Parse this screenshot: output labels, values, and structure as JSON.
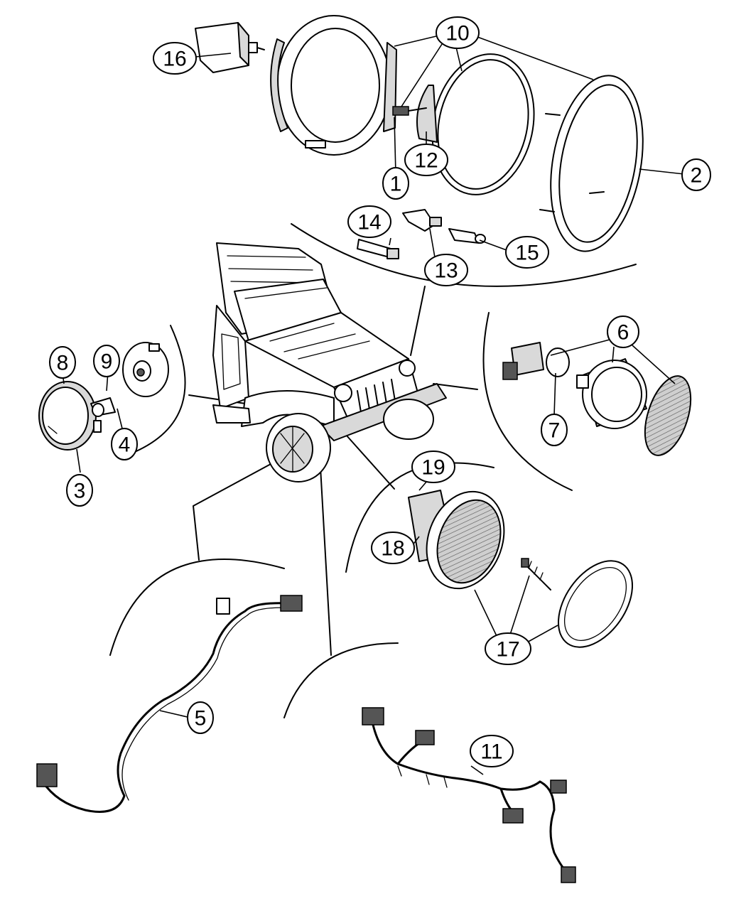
{
  "diagram": {
    "callouts": [
      {
        "id": "c1",
        "label": "1"
      },
      {
        "id": "c2",
        "label": "2"
      },
      {
        "id": "c3",
        "label": "3"
      },
      {
        "id": "c4",
        "label": "4"
      },
      {
        "id": "c5",
        "label": "5"
      },
      {
        "id": "c6",
        "label": "6"
      },
      {
        "id": "c7",
        "label": "7"
      },
      {
        "id": "c8",
        "label": "8"
      },
      {
        "id": "c9",
        "label": "9"
      },
      {
        "id": "c10",
        "label": "10"
      },
      {
        "id": "c11",
        "label": "11"
      },
      {
        "id": "c12",
        "label": "12"
      },
      {
        "id": "c13",
        "label": "13"
      },
      {
        "id": "c14",
        "label": "14"
      },
      {
        "id": "c15",
        "label": "15"
      },
      {
        "id": "c16",
        "label": "16"
      },
      {
        "id": "c17",
        "label": "17"
      },
      {
        "id": "c18",
        "label": "18"
      },
      {
        "id": "c19",
        "label": "19"
      }
    ],
    "colors": {
      "line": "#000000",
      "background": "#ffffff",
      "shade": "#d9d9d9"
    }
  }
}
